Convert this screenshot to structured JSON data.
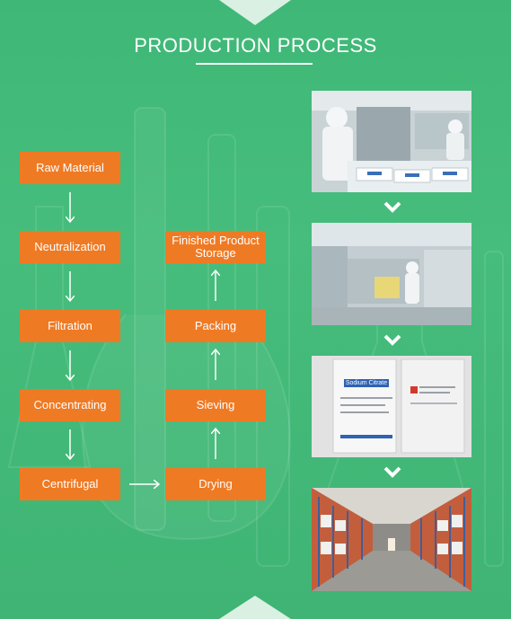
{
  "header": {
    "title": "PRODUCTION PROCESS"
  },
  "flow": {
    "left_steps": [
      {
        "label": "Raw Material"
      },
      {
        "label": "Neutralization"
      },
      {
        "label": "Filtration"
      },
      {
        "label": "Concentrating"
      },
      {
        "label": "Centrifugal"
      }
    ],
    "right_steps": [
      {
        "label": "Drying"
      },
      {
        "label": "Sieving"
      },
      {
        "label": "Packing"
      },
      {
        "label": "Finished Product\nStorage"
      }
    ]
  },
  "photos": {
    "bag_label": "Sodium Citrate"
  },
  "colors": {
    "background": "#42b878",
    "step_fill": "#ef7a24",
    "text": "#ffffff"
  }
}
